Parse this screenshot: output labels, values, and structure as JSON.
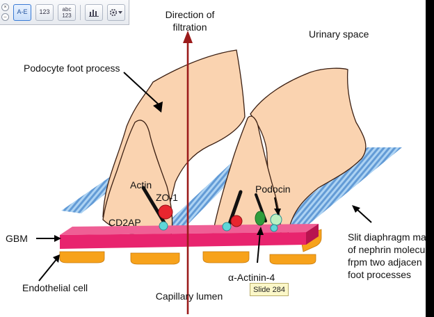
{
  "toolbar": {
    "buttons": [
      "A-E",
      "123",
      "abc\n123"
    ],
    "buttons_flat": {
      "ae": "A-E",
      "num": "123",
      "abc": "abc 123"
    },
    "icons": [
      "close-icon",
      "minimize-icon",
      "chart-icon",
      "settings-icon"
    ]
  },
  "diagram": {
    "direction_line1": "Direction of",
    "direction_line2": "filtration",
    "urinary_space": "Urinary space",
    "podocyte_foot_process": "Podocyte foot process",
    "actin": "Actin",
    "zo1": "ZO-1",
    "cd2ap": "CD2AP",
    "podocin": "Podocin",
    "gbm": "GBM",
    "endothelial_cell": "Endothelial cell",
    "alpha_actinin": "α-Actinin-4",
    "capillary_lumen": "Capillary lumen",
    "slit_line1": "Slit diaphragm ma",
    "slit_line2": "of nephrin molecu",
    "slit_line3": "frpm two adjacen",
    "slit_line4": "foot processes"
  },
  "tooltip": {
    "text": "Slide 284"
  },
  "colors": {
    "podocyte": "#fad3b0",
    "gbm": "#e8246e",
    "endothelial": "#f7a21b",
    "arrow": "#9b1b1b",
    "zo1": "#e8262f",
    "teal": "#5fd6d8",
    "nephrin": "#7db6ea",
    "green": "#2f9e3c"
  }
}
